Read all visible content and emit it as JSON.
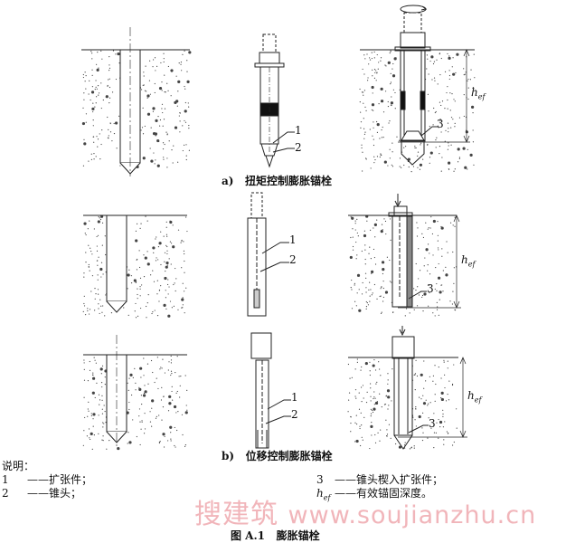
{
  "captions": {
    "a": {
      "marker": "a)",
      "text": "扭矩控制膨胀锚栓"
    },
    "b": {
      "marker": "b)",
      "text": "位移控制膨胀锚栓"
    }
  },
  "callouts": {
    "one": "1",
    "two": "2",
    "three": "3",
    "hef": "h",
    "hef_sub": "ef"
  },
  "legend": {
    "title": "说明：",
    "items": [
      {
        "key": "1",
        "text": "——扩张件；"
      },
      {
        "key": "2",
        "text": "——锥头；"
      },
      {
        "key": "3",
        "text": "——锥头楔入扩张件；"
      },
      {
        "key": "h",
        "key_sub": "ef",
        "text": "——有效锚固深度。"
      }
    ]
  },
  "figure_title": {
    "number": "图 A.1",
    "text": "膨胀锚栓"
  },
  "watermark": {
    "cn": "搜建筑",
    "url": "www.soujianzhu.cn"
  }
}
